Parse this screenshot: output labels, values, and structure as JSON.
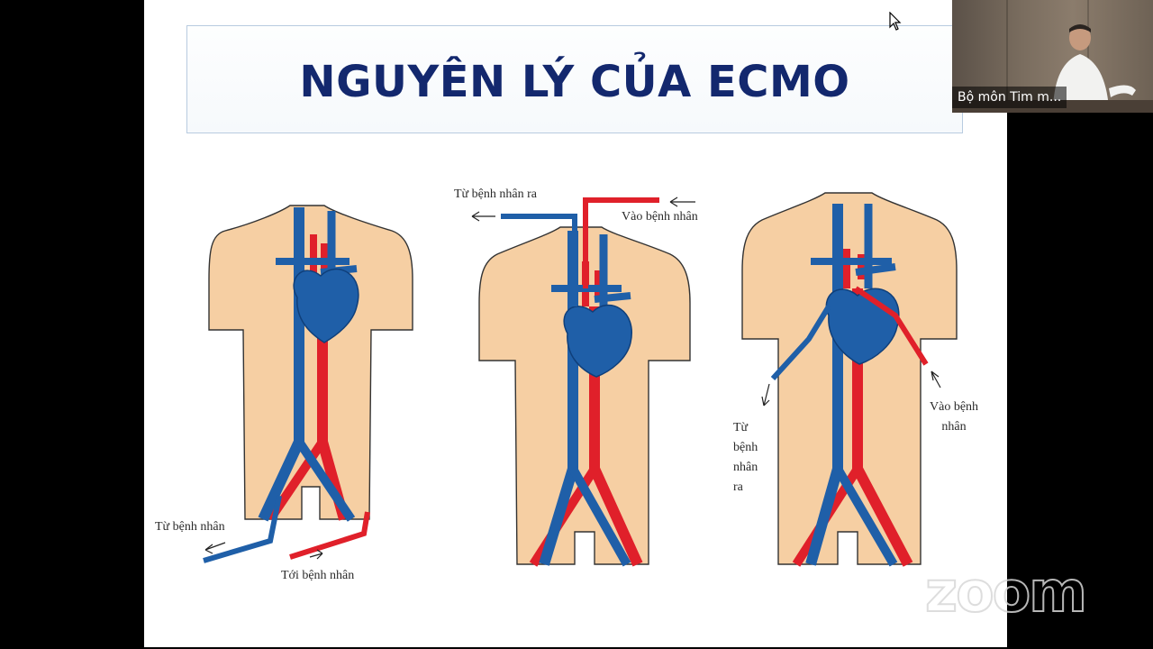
{
  "slide": {
    "title": "NGUYÊN LÝ CỦA ECMO"
  },
  "figure": {
    "panel1": {
      "out_label": "Từ bệnh nhân",
      "in_label": "Tới bệnh nhân"
    },
    "panel2": {
      "out_label": "Từ bệnh nhân ra",
      "in_label": "Vào bệnh nhân"
    },
    "panel3": {
      "out_label_lines": [
        "Từ",
        "bệnh",
        "nhân",
        "ra"
      ],
      "in_label_lines": [
        "Vào bệnh",
        "nhân"
      ]
    },
    "colors": {
      "skin": "#f6cfa3",
      "vein": "#1f5fa8",
      "artery": "#e0202a",
      "outline": "#333333"
    }
  },
  "webcam": {
    "participant_name": "Bộ môn Tim m..."
  },
  "watermark": {
    "text": "zoom"
  },
  "icons": {
    "cursor": "mouse-pointer-icon"
  }
}
